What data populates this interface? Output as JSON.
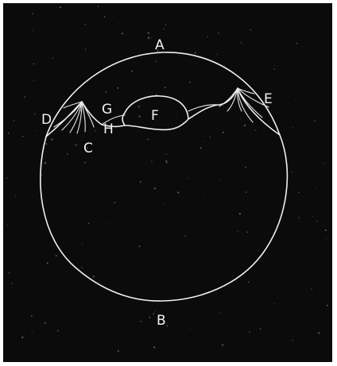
{
  "figure": {
    "labels": {
      "a": "A",
      "b": "B",
      "c": "C",
      "d": "D",
      "e": "E",
      "f": "F",
      "g": "G",
      "h": "H"
    },
    "colors": {
      "background": "#0b0b0b",
      "line": "#f0f0f0",
      "frame": "#ffffff"
    }
  }
}
